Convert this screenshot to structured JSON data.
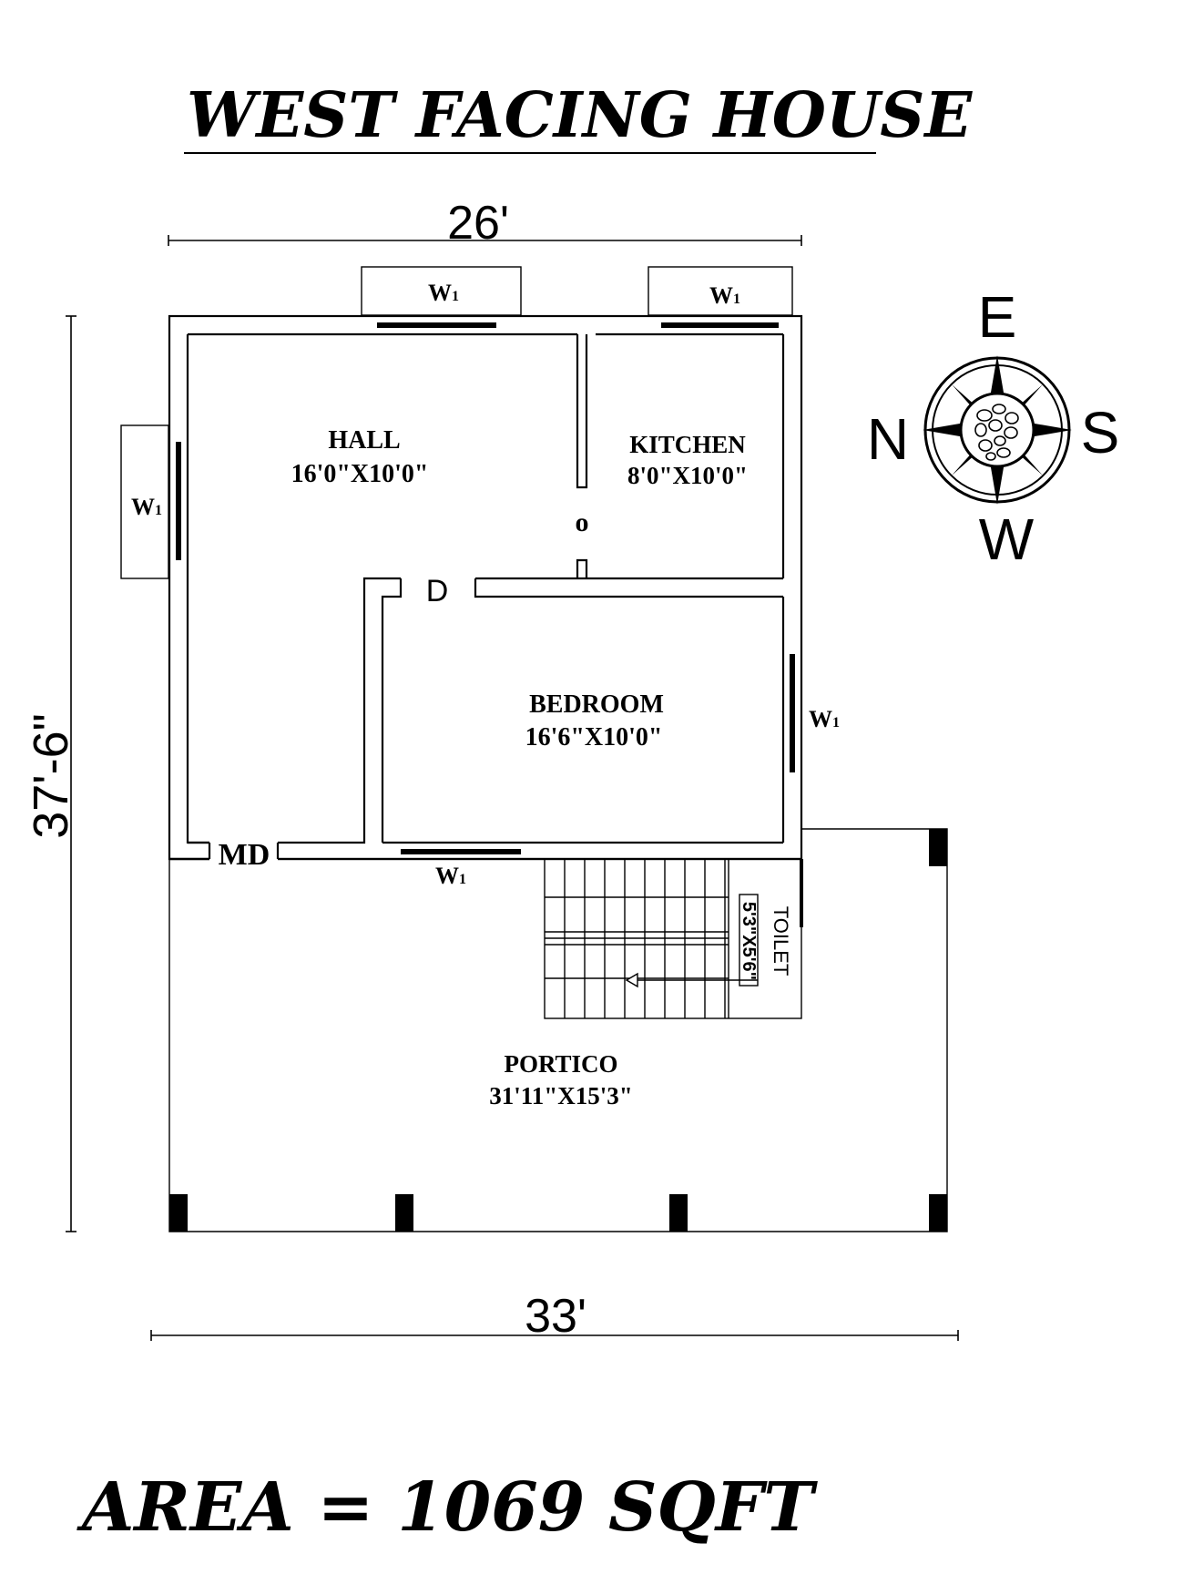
{
  "title": "WEST FACING HOUSE",
  "area": "AREA = 1069 SQFT",
  "dimensions": {
    "top_width": "26'",
    "bottom_width": "33'",
    "left_depth": "37'-6\""
  },
  "rooms": {
    "hall": {
      "name": "HALL",
      "size": "16'0\"X10'0\""
    },
    "kitchen": {
      "name": "KITCHEN",
      "size": "8'0\"X10'0\""
    },
    "bedroom": {
      "name": "BEDROOM",
      "size": "16'6\"X10'0\""
    },
    "toilet": {
      "name": "TOILET",
      "size": "5'3\"X5'6\""
    },
    "portico": {
      "name": "PORTICO",
      "size": "31'11\"X15'3\""
    }
  },
  "door_labels": {
    "door": "D",
    "main_door": "MD",
    "opening": "o"
  },
  "window_label": {
    "main": "W",
    "sub": "1"
  },
  "compass": {
    "east": "E",
    "west": "W",
    "north": "N",
    "south": "S"
  }
}
